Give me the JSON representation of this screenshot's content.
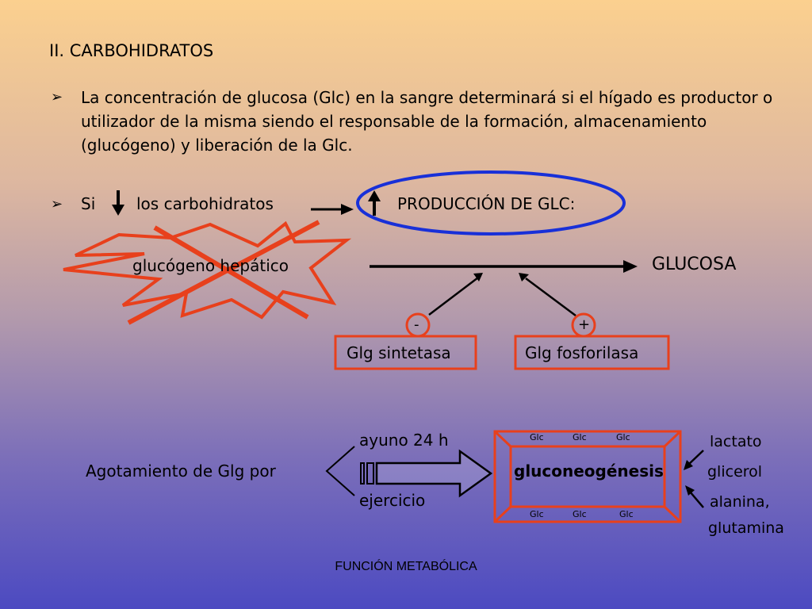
{
  "heading": "II.  CARBOHIDRATOS",
  "bullet1": "La concentración de glucosa (Glc) en la sangre determinará si el hígado es productor o utilizador de la misma siendo el responsable de  la formación, almacenamiento (glucógeno) y liberación de la Glc.",
  "bullet2": {
    "prefix": "Si",
    "subject": "los carbohidratos",
    "result": "PRODUCCIÓN DE GLC:"
  },
  "pathway": {
    "source": "glucógeno hepático",
    "product": "GLUCOSA",
    "minus_sign": "-",
    "plus_sign": "+",
    "enzyme1": "Glg sintetasa",
    "enzyme2": "Glg fosforilasa"
  },
  "depletion": {
    "label": "Agotamiento de Glg  por",
    "cause1": "ayuno 24 h",
    "cause2": "ejercicio",
    "process": "gluconeogénesis",
    "glc_top": [
      "Glc",
      "Glc",
      "Glc"
    ],
    "glc_bottom": [
      "Glc",
      "Glc",
      "Glc"
    ],
    "substrates": [
      "lactato",
      "glicerol",
      "alanina,",
      "glutamina"
    ]
  },
  "footer": "FUNCIÓN METABÓLICA",
  "colors": {
    "red": "#e8401c",
    "blue": "#1830d8",
    "gradient_top": "#fbd08f",
    "gradient_bottom": "#4c4ac1"
  }
}
